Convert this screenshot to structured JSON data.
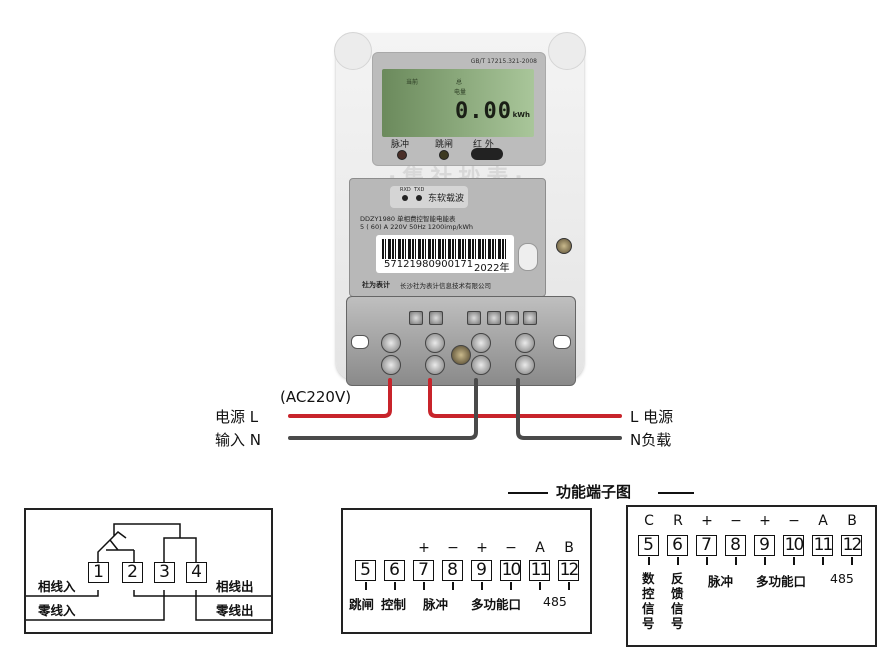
{
  "meter": {
    "standard": "GB/T 17215.321-2008",
    "lcd": {
      "label_current": "当前",
      "label_total": "总",
      "label_energy": "电量",
      "reading": "0.00",
      "unit": "kWh"
    },
    "indicators": [
      {
        "label": "脉冲"
      },
      {
        "label": "跳闸"
      },
      {
        "label": "红 外"
      }
    ],
    "watermark": "·集社抄表·",
    "nameplate": {
      "rxd": "RXD",
      "txd": "TXD",
      "carrier": "东软载波",
      "model": "DDZY1980  单相费控智能电能表",
      "spec": "5 ( 60) A  220V  50Hz  1200imp/kWh",
      "serial": "57121980900171",
      "year": "2022年",
      "brand": "社为表计",
      "company": "长沙社为表计信息技术有限公司"
    }
  },
  "wiring": {
    "voltage": "(AC220V)",
    "left_top": "电源  L",
    "left_bottom": "输入  N",
    "right_top": "L 电源",
    "right_bottom": "N负载",
    "colors": {
      "live": "#c8242b",
      "neutral": "#4a4a4a"
    }
  },
  "section_title": "功能端子图",
  "main_diagram": {
    "terminals": [
      "1",
      "2",
      "3",
      "4"
    ],
    "phase_in": "相线入",
    "neutral_in": "零线入",
    "phase_out": "相线出",
    "neutral_out": "零线出"
  },
  "diagram_b": {
    "signs": [
      "+",
      "−",
      "+",
      "−",
      "A",
      "B"
    ],
    "terminals": [
      "5",
      "6",
      "7",
      "8",
      "9",
      "10",
      "11",
      "12"
    ],
    "labels": [
      "跳闸",
      "控制",
      "脉冲",
      "多功能口",
      "485"
    ]
  },
  "diagram_c": {
    "signs": [
      "C",
      "R",
      "+",
      "−",
      "+",
      "−",
      "A",
      "B"
    ],
    "terminals": [
      "5",
      "6",
      "7",
      "8",
      "9",
      "10",
      "11",
      "12"
    ],
    "vlabel_5": "数控信号",
    "vlabel_6": "反馈信号",
    "labels": [
      "脉冲",
      "多功能口",
      "485"
    ]
  }
}
